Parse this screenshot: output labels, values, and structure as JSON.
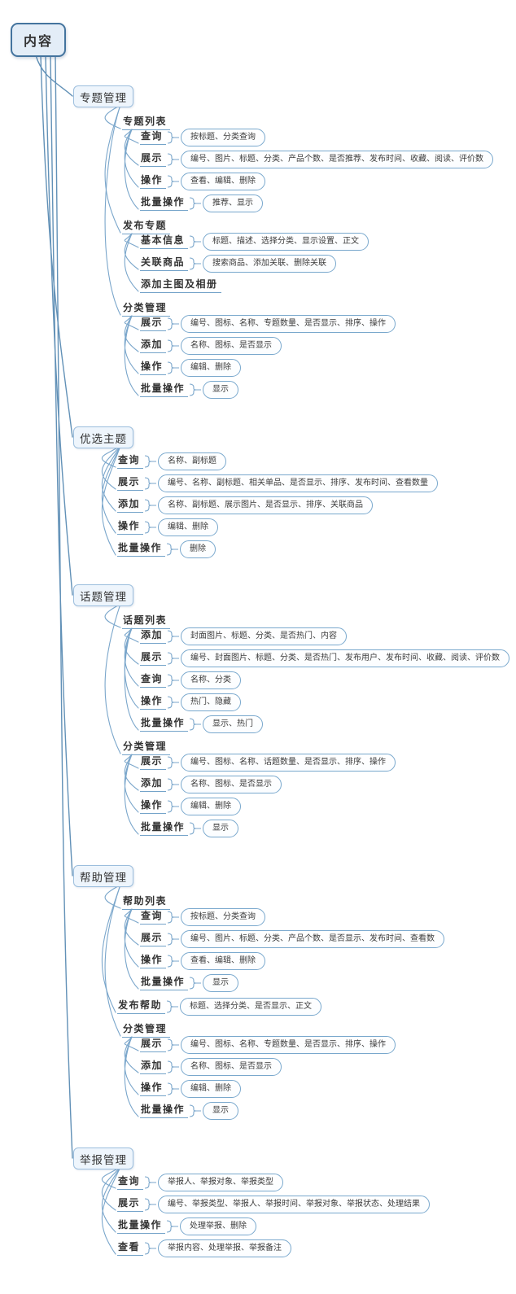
{
  "colors": {
    "line": "#7aa6cb",
    "root_line": "#6291b7",
    "underline": "#74a3c9",
    "root_border": "#44749e",
    "root_fill": "#e3edf7",
    "branch_border": "#9cbedd",
    "branch_fill": "#eef5fc",
    "pill_border": "#79a8cd",
    "text": "#333333"
  },
  "tree": {
    "label": "内容",
    "children": [
      {
        "label": "专题管理",
        "children": [
          {
            "label": "专题列表",
            "children": [
              {
                "label": "查询",
                "items": "按标题、分类查询"
              },
              {
                "label": "展示",
                "items": "编号、图片、标题、分类、产品个数、是否推荐、发布时间、收藏、阅读、评价数"
              },
              {
                "label": "操作",
                "items": "查看、编辑、删除"
              },
              {
                "label": "批量操作",
                "items": "推荐、显示"
              }
            ]
          },
          {
            "label": "发布专题",
            "children": [
              {
                "label": "基本信息",
                "items": "标题、描述、选择分类、显示设置、正文"
              },
              {
                "label": "关联商品",
                "items": "搜索商品、添加关联、删除关联"
              },
              {
                "label": "添加主图及相册"
              }
            ]
          },
          {
            "label": "分类管理",
            "children": [
              {
                "label": "展示",
                "items": "编号、图标、名称、专题数量、是否显示、排序、操作"
              },
              {
                "label": "添加",
                "items": "名称、图标、是否显示"
              },
              {
                "label": "操作",
                "items": "编辑、删除"
              },
              {
                "label": "批量操作",
                "items": "显示"
              }
            ]
          }
        ]
      },
      {
        "label": "优选主题",
        "children": [
          {
            "label": "查询",
            "items": "名称、副标题"
          },
          {
            "label": "展示",
            "items": "编号、名称、副标题、相关单品、是否显示、排序、发布时间、查看数量"
          },
          {
            "label": "添加",
            "items": "名称、副标题、展示图片、是否显示、排序、关联商品"
          },
          {
            "label": "操作",
            "items": "编辑、删除"
          },
          {
            "label": "批量操作",
            "items": "删除"
          }
        ]
      },
      {
        "label": "话题管理",
        "children": [
          {
            "label": "话题列表",
            "children": [
              {
                "label": "添加",
                "items": "封面图片、标题、分类、是否热门、内容"
              },
              {
                "label": "展示",
                "items": "编号、封面图片、标题、分类、是否热门、发布用户、发布时间、收藏、阅读、评价数"
              },
              {
                "label": "查询",
                "items": "名称、分类"
              },
              {
                "label": "操作",
                "items": "热门、隐藏"
              },
              {
                "label": "批量操作",
                "items": "显示、热门"
              }
            ]
          },
          {
            "label": "分类管理",
            "children": [
              {
                "label": "展示",
                "items": "编号、图标、名称、话题数量、是否显示、排序、操作"
              },
              {
                "label": "添加",
                "items": "名称、图标、是否显示"
              },
              {
                "label": "操作",
                "items": "编辑、删除"
              },
              {
                "label": "批量操作",
                "items": "显示"
              }
            ]
          }
        ]
      },
      {
        "label": "帮助管理",
        "children": [
          {
            "label": "帮助列表",
            "children": [
              {
                "label": "查询",
                "items": "按标题、分类查询"
              },
              {
                "label": "展示",
                "items": "编号、图片、标题、分类、产品个数、是否显示、发布时间、查看数"
              },
              {
                "label": "操作",
                "items": "查看、编辑、删除"
              },
              {
                "label": "批量操作",
                "items": "显示"
              }
            ]
          },
          {
            "label": "发布帮助",
            "items": "标题、选择分类、是否显示、正文"
          },
          {
            "label": "分类管理",
            "children": [
              {
                "label": "展示",
                "items": "编号、图标、名称、专题数量、是否显示、排序、操作"
              },
              {
                "label": "添加",
                "items": "名称、图标、是否显示"
              },
              {
                "label": "操作",
                "items": "编辑、删除"
              },
              {
                "label": "批量操作",
                "items": "显示"
              }
            ]
          }
        ]
      },
      {
        "label": "举报管理",
        "children": [
          {
            "label": "查询",
            "items": "举报人、举报对象、举报类型"
          },
          {
            "label": "展示",
            "items": "编号、举报类型、举报人、举报时间、举报对象、举报状态、处理结果"
          },
          {
            "label": "批量操作",
            "items": "处理举报、删除"
          },
          {
            "label": "查看",
            "items": "举报内容、处理举报、举报备注"
          }
        ]
      }
    ]
  }
}
